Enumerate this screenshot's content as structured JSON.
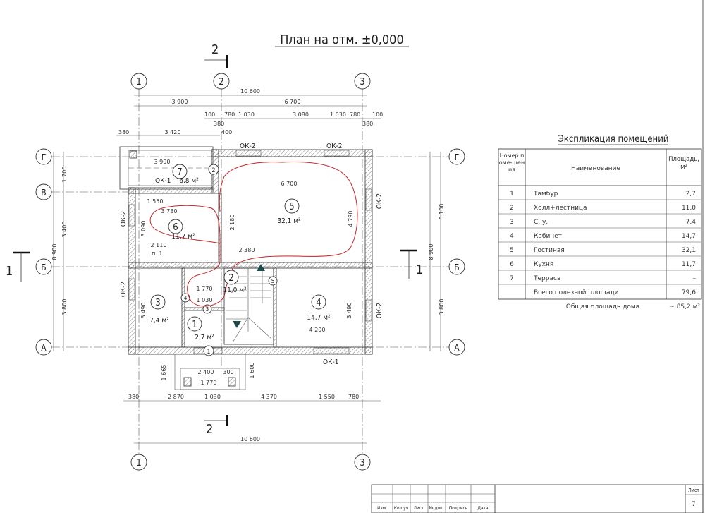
{
  "title": "План на отм. ±0,000",
  "section_marks": {
    "top": "2",
    "bottom": "2",
    "left": "1",
    "right": "1"
  },
  "axes": {
    "v": [
      "1",
      "2",
      "3"
    ],
    "h": [
      "Г",
      "В",
      "Б",
      "А"
    ]
  },
  "rooms": [
    {
      "num": "1",
      "area": "2,7 м²"
    },
    {
      "num": "2",
      "area": "11,0 м²"
    },
    {
      "num": "3",
      "area": "7,4 м²"
    },
    {
      "num": "4",
      "area": "14,7 м²"
    },
    {
      "num": "5",
      "area": "32,1 м²"
    },
    {
      "num": "6",
      "area": "11,7 м²"
    },
    {
      "num": "7",
      "area": "6,8 м²"
    }
  ],
  "openings": [
    "ОК-1",
    "ОК-2",
    "ОК-2",
    "ОК-2",
    "ОК-2",
    "ОК-2",
    "ОК-1",
    "п. 1"
  ],
  "dims": [
    "10 600",
    "3 900",
    "6 700",
    "100",
    "780",
    "1 030",
    "3 080",
    "1 030",
    "780",
    "100",
    "380",
    "380",
    "3 420",
    "400",
    "380",
    "1 700",
    "3 400",
    "3 800",
    "8 900",
    "5 100",
    "3 800",
    "8 900",
    "380",
    "2 870",
    "1 030",
    "4 370",
    "1 550",
    "780",
    "10 600",
    "6 700",
    "3 780",
    "1 550",
    "2 180",
    "4 790",
    "3 090",
    "2 110",
    "2 380",
    "1 770",
    "1 030",
    "3 490",
    "3 490",
    "4 200",
    "2 400",
    "300",
    "1 770",
    "1 665",
    "1 600",
    "3 900"
  ],
  "explication": {
    "title": "Экспликация помещений",
    "headers": [
      "Номер поме-щения",
      "Наименование",
      "Площадь, м²"
    ],
    "rows": [
      [
        "1",
        "Тамбур",
        "2,7"
      ],
      [
        "2",
        "Холл+лестница",
        "11,0"
      ],
      [
        "3",
        "С. у.",
        "7,4"
      ],
      [
        "4",
        "Кабинет",
        "14,7"
      ],
      [
        "5",
        "Гостиная",
        "32,1"
      ],
      [
        "6",
        "Кухня",
        "11,7"
      ],
      [
        "7",
        "Терраса",
        "–"
      ]
    ],
    "useful_label": "Всего полезной площади",
    "useful_value": "79,6",
    "total_label": "Общая площадь дома",
    "total_value": "~ 85,2 м²"
  },
  "title_block": {
    "cols": [
      "Изм.",
      "Кол.уч",
      "Лист",
      "№ док.",
      "Подпись",
      "Дата"
    ],
    "sheet_label": "Лист",
    "sheet_number": "7"
  }
}
